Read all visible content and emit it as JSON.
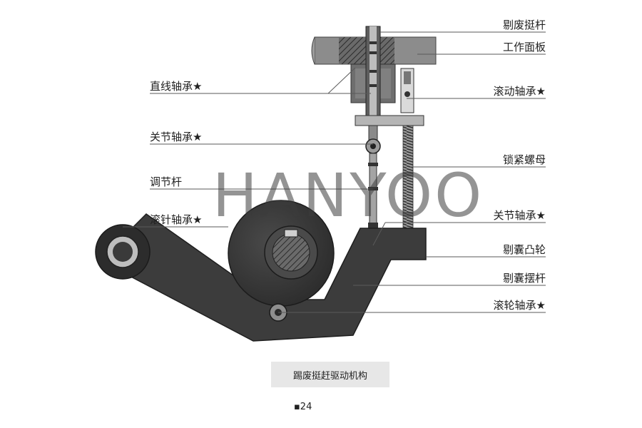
{
  "labels": {
    "right": [
      "剔废挺杆",
      "工作面板",
      "滚动轴承★",
      "锁紧螺母",
      "关节轴承★",
      "剔囊凸轮",
      "剔囊摆杆",
      "滚轮轴承★"
    ],
    "left": [
      "直线轴承★",
      "关节轴承★",
      "调节杆",
      "滚针轴承★"
    ]
  },
  "watermark": "HANYOO",
  "caption": "踢废挺赶驱动机构",
  "page_number": "▪24",
  "colors": {
    "metal_dark": "#3a3a3a",
    "metal_mid": "#8a8a8a",
    "metal_light": "#d5d5d5"
  }
}
